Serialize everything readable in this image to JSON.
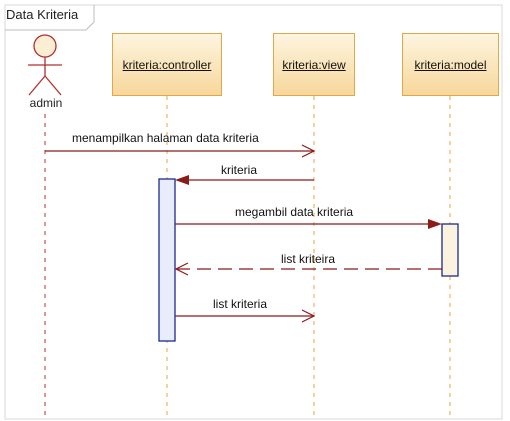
{
  "frame": {
    "title": "Data Kriteria"
  },
  "actor": {
    "label": "admin"
  },
  "lifelines": {
    "controller": "kriteria:controller",
    "view": "kriteria:view",
    "model": "kriteria:model"
  },
  "messages": {
    "m1": "menampilkan halaman data kriteria",
    "m2": "kriteria",
    "m3": "megambil data kriteria",
    "m4": "list kriteira",
    "m5": "list kriteria"
  },
  "colors": {
    "lifeline_fill_top": "#fdf5e0",
    "lifeline_fill_bottom": "#f7d79b",
    "lifeline_border": "#e0a84a",
    "activation_border": "#1b2a8c",
    "activation_fill": "#e8ecfb",
    "message_line": "#8b1a1a",
    "lifeline_dash": "#f0a040"
  }
}
